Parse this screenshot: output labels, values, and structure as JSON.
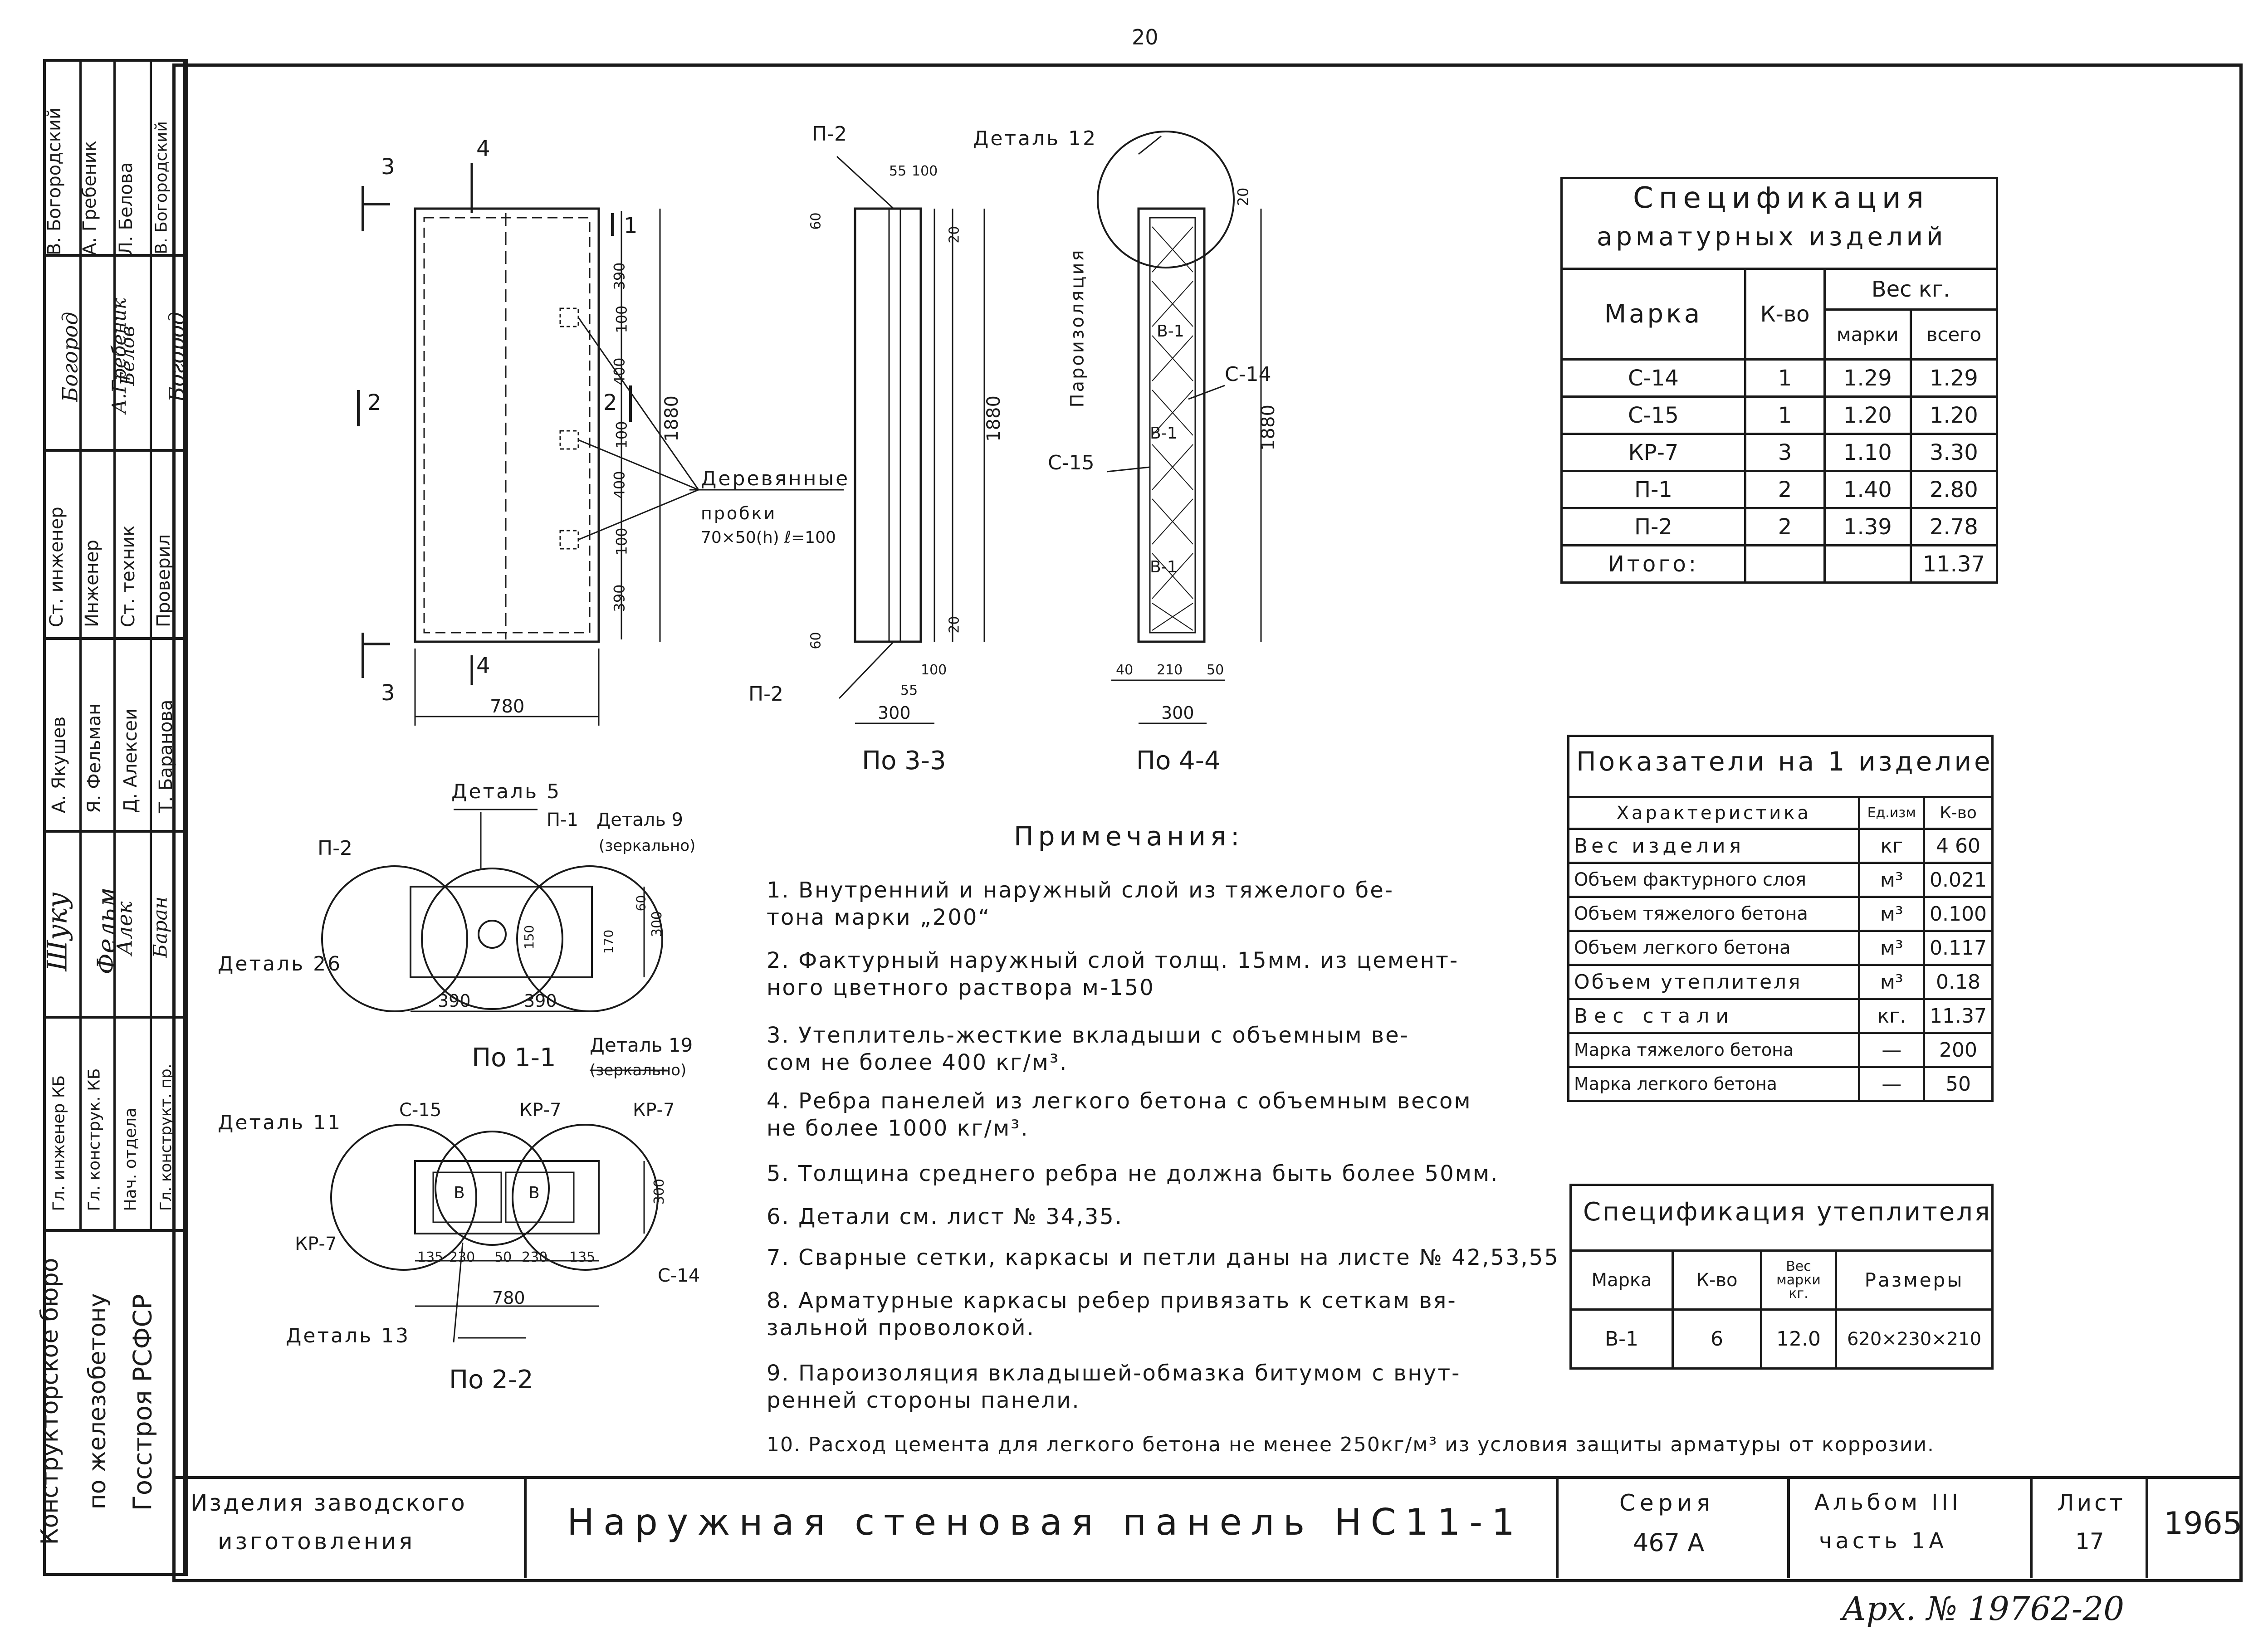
{
  "page_number": "20",
  "archive_number": "Арх. № 19762-20",
  "left_stamp": {
    "people_top": [
      "В. Богородский",
      "А. Гребеник",
      "Л. Белова",
      "В. Богородский"
    ],
    "roles_middle": [
      "Ст. инженер",
      "Инженер",
      "Ст. техник",
      "Проверил"
    ],
    "people_middle": [
      "А. Якушев",
      "Я. Фельман",
      "Д. Алексеи",
      "Т. Баранова"
    ],
    "roles_bottom": [
      "Гл. инженер КБ",
      "Гл. конструк. КБ",
      "Нач. отдела",
      "Гл. конструкт. пр."
    ],
    "org": [
      "Конструкторское бюро",
      "по железобетону",
      "Госстроя РСФСР"
    ]
  },
  "drawings": {
    "panel_front": {
      "section_marks": [
        "3",
        "4",
        "1",
        "2",
        "2",
        "3",
        "4"
      ],
      "dims_vertical": [
        "390",
        "100",
        "400",
        "100",
        "400",
        "100",
        "390"
      ],
      "height": "1880",
      "width": "780",
      "leader_label": "Деревянные",
      "leader_sub": "пробки",
      "leader_sub2": "70×50(h) ℓ=100"
    },
    "section_3_3": {
      "labels": [
        "П-2",
        "П-2"
      ],
      "dims": [
        "55",
        "100",
        "60",
        "20",
        "20",
        "60",
        "100",
        "55",
        "300"
      ],
      "height": "1880",
      "caption": "По 3-3"
    },
    "section_4_4": {
      "detail": "Деталь 12",
      "labels": [
        "Пароизоляция",
        "С-14",
        "С-15",
        "В-1",
        "В-1",
        "В-1"
      ],
      "dims": [
        "20",
        "40",
        "210",
        "50",
        "300"
      ],
      "height": "1880",
      "caption": "По 4-4"
    },
    "section_1_1": {
      "labels": [
        "Деталь 5",
        "П-1",
        "Деталь 9",
        "(зеркально)",
        "П-2",
        "Деталь 26"
      ],
      "dims": [
        "390",
        "390",
        "60",
        "150",
        "170",
        "300"
      ],
      "caption": "По 1-1"
    },
    "section_2_2": {
      "labels": [
        "Деталь 19",
        "(зеркально)",
        "Деталь 11",
        "С-15",
        "КР-7",
        "КР-7",
        "КР-7",
        "С-14",
        "Деталь 13",
        "В",
        "В"
      ],
      "dims": [
        "135",
        "230",
        "50",
        "230",
        "135",
        "780",
        "300"
      ],
      "caption": "По 2-2"
    }
  },
  "notes": {
    "title": "Примечания:",
    "items": [
      "1. Внутренний и наружный слой из тяжелого бе-",
      "   тона марки „200“",
      "2. Фактурный наружный слой толщ. 15мм. из цемент-",
      "   ного цветного раствора м-150",
      "3. Утеплитель-жесткие вкладыши с объемным ве-",
      "   сом не более 400 кг/м³.",
      "4. Ребра панелей из легкого бетона с объемным весом",
      "   не более 1000 кг/м³.",
      "5. Толщина среднего ребра не должна быть более 50мм.",
      "6. Детали см. лист № 34,35.",
      "7. Сварные сетки, каркасы и петли даны на листе № 42,53,55",
      "8. Арматурные каркасы ребер привязать к сеткам вя-",
      "   зальной проволокой.",
      "9. Пароизоляция вкладышей-обмазка битумом с внут-",
      "   ренней стороны панели.",
      "10. Расход цемента для легкого бетона не менее 250кг/м³ из условия защиты арматуры от коррозии."
    ]
  },
  "spec_reinforcement": {
    "title1": "Спецификация",
    "title2": "арматурных изделий",
    "headers": {
      "mark": "Марка",
      "qty": "К-во",
      "weight": "Вес кг.",
      "per_mark": "марки",
      "total": "всего"
    },
    "rows": [
      [
        "С-14",
        "1",
        "1.29",
        "1.29"
      ],
      [
        "С-15",
        "1",
        "1.20",
        "1.20"
      ],
      [
        "КР-7",
        "3",
        "1.10",
        "3.30"
      ],
      [
        "П-1",
        "2",
        "1.40",
        "2.80"
      ],
      [
        "П-2",
        "2",
        "1.39",
        "2.78"
      ]
    ],
    "total_label": "Итого:",
    "total_value": "11.37"
  },
  "indicators": {
    "title": "Показатели на 1 изделие",
    "headers": [
      "Характеристика",
      "Ед.изм",
      "К-во"
    ],
    "rows": [
      [
        "Вес изделия",
        "кг",
        "4 60"
      ],
      [
        "Объем фактурного слоя",
        "м³",
        "0.021"
      ],
      [
        "Объем тяжелого бетона",
        "м³",
        "0.100"
      ],
      [
        "Объем легкого бетона",
        "м³",
        "0.117"
      ],
      [
        "Объем утеплителя",
        "м³",
        "0.18"
      ],
      [
        "Вес стали",
        "кг.",
        "11.37"
      ],
      [
        "Марка тяжелого бетона",
        "—",
        "200"
      ],
      [
        "Марка легкого бетона",
        "—",
        "50"
      ]
    ]
  },
  "spec_insulation": {
    "title": "Спецификация утеплителя",
    "headers": [
      "Марка",
      "К-во",
      "Вес марки кг.",
      "Размеры"
    ],
    "rows": [
      [
        "В-1",
        "6",
        "12.0",
        "620×230×210"
      ]
    ]
  },
  "title_block": {
    "category1": "Изделия заводского",
    "category2": "изготовления",
    "title": "Наружная стеновая панель НС11-1",
    "series_label": "Серия",
    "series_value": "467 А",
    "album_label": "Альбом III",
    "part_label": "часть 1А",
    "sheet_label": "Лист",
    "sheet_value": "17",
    "year": "1965"
  }
}
